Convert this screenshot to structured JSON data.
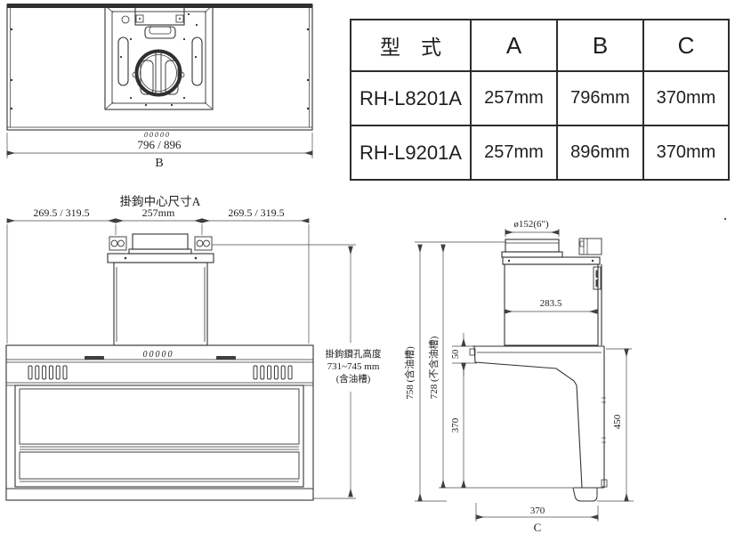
{
  "colors": {
    "line": "#333333",
    "dim": "#4a4a4a",
    "table_border": "#2c2c2c",
    "text": "#1f1f1f",
    "background": "#ffffff"
  },
  "table": {
    "headers": [
      "型　式",
      "A",
      "B",
      "C"
    ],
    "rows": [
      {
        "model": "RH-L8201A",
        "a": "257mm",
        "b": "796mm",
        "c": "370mm"
      },
      {
        "model": "RH-L9201A",
        "a": "257mm",
        "b": "896mm",
        "c": "370mm"
      }
    ]
  },
  "top_view": {
    "width_dim": "796 / 896",
    "width_var": "B",
    "louver_marks": "00000"
  },
  "front_view": {
    "title": "掛鉤中心尺寸A",
    "dim_left": "269.5 / 319.5",
    "dim_center": "257mm",
    "dim_right": "269.5 / 319.5",
    "louver_marks": "00000",
    "hook_note_line1": "掛鉤鑽孔高度",
    "hook_note_line2": "731~745 mm",
    "hook_note_line3": "(含油槽)"
  },
  "side_view": {
    "duct_dim": "ø152(6\")",
    "depth_dim": "283.5",
    "band_dim": "50",
    "mid_dim": "370",
    "right_dim": "450",
    "total_incl": "758 (含油槽)",
    "total_excl": "728 (不含油槽)",
    "bottom_dim": "370",
    "bottom_var": "C"
  }
}
